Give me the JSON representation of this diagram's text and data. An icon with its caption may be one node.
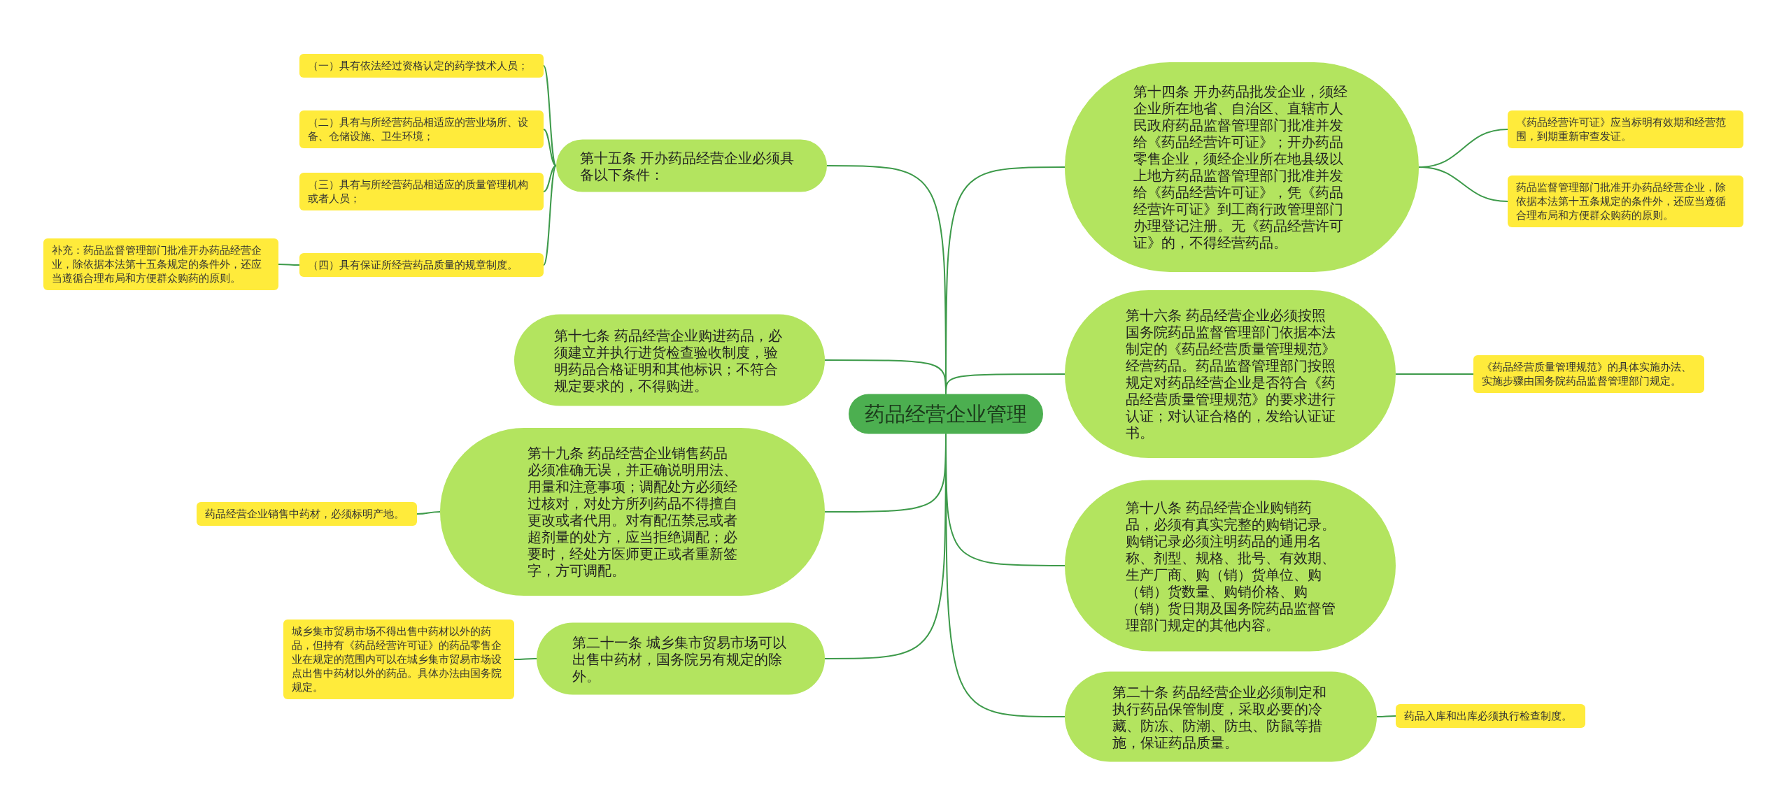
{
  "diagram": {
    "nodes": [
      {
        "text": [
          "药品经营企业管理"
        ]
      },
      {
        "text": [
          "第十五条 开办药品经营企业必须具备以下条件："
        ]
      },
      {
        "text": [
          "（一）具有依法经过资格认定的药学技术人员；"
        ]
      },
      {
        "text": [
          "（二）具有与所经营药品相适应的营业场所、设备、仓储设施、卫生环境；"
        ]
      },
      {
        "text": [
          "（三）具有与所经营药品相适应的质量管理机构或者人员；"
        ]
      },
      {
        "text": [
          "（四）具有保证所经营药品质量的规章制度。"
        ]
      },
      {
        "text": [
          "补充：药品监督管理部门批准开办药品经营企业，除依据本法第十五条规定的条件外，还应当遵循合理布局和方便群众购药的原则。"
        ]
      },
      {
        "text": [
          "第十七条 药品经营企业购进药品，必须建立并执行进货检查验收制度，验明药品合格证明和其他标识；不符合规定要求的，不得购进。"
        ]
      },
      {
        "text": [
          "第十九条 药品经营企业销售药品必须准确无误，并正确说明用法、用量和注意事项；调配处方必须经过核对，对处方所列药品不得擅自更改或者代用。对有配伍禁忌或者超剂量的处方，应当拒绝调配；必要时，经处方医师更正或者重新签字，方可调配。"
        ]
      },
      {
        "text": [
          "药品经营企业销售中药材，必须标明产地。"
        ]
      },
      {
        "text": [
          "第二十一条 城乡集市贸易市场可以出售中药材，国务院另有规定的除外。"
        ]
      },
      {
        "text": [
          "城乡集市贸易市场不得出售中药材以外的药品，但持有《药品经营许可证》的药品零售企业在规定的范围内可以在城乡集市贸易市场设点出售中药材以外的药品。具体办法由国务院规定。"
        ]
      },
      {
        "text": [
          "第十四条 开办药品批发企业，须经企业所在地省、自治区、直辖市人民政府药品监督管理部门批准并发给《药品经营许可证》；开办药品零售企业，须经企业所在地县级以上地方药品监督管理部门批准并发给《药品经营许可证》，凭《药品经营许可证》到工商行政管理部门办理登记注册。无《药品经营许可证》的，不得经营药品。"
        ]
      },
      {
        "text": [
          "《药品经营许可证》应当标明有效期和经营范围，到期重新审查发证。"
        ]
      },
      {
        "text": [
          "药品监督管理部门批准开办药品经营企业，除依据本法第十五条规定的条件外，还应当遵循合理布局和方便群众购药的原则。"
        ]
      },
      {
        "text": [
          "第十六条 药品经营企业必须按照国务院药品监督管理部门依据本法制定的《药品经营质量管理规范》经营药品。药品监督管理部门按照规定对药品经营企业是否符合《药品经营质量管理规范》的要求进行认证；对认证合格的，发给认证证书。"
        ]
      },
      {
        "text": [
          "《药品经营质量管理规范》的具体实施办法、实施步骤由国务院药品监督管理部门规定。"
        ]
      },
      {
        "text": [
          "第十八条 药品经营企业购销药品，必须有真实完整的购销记录。购销记录必须注明药品的通用名称、剂型、规格、批号、有效期、生产厂商、购（销）货单位、购（销）货数量、购销价格、购（销）货日期及国务院药品监督管理部门规定的其他内容。"
        ]
      },
      {
        "text": [
          "第二十条 药品经营企业必须制定和执行药品保管制度，采取必要的冷藏、防冻、防潮、防虫、防鼠等措施，保证药品质量。"
        ]
      },
      {
        "text": [
          "药品入库和出库必须执行检查制度。"
        ]
      }
    ],
    "edges": [
      {
        "from": 0,
        "to": 1,
        "arrow": "none"
      },
      {
        "from": 0,
        "to": 7,
        "arrow": "none"
      },
      {
        "from": 0,
        "to": 8,
        "arrow": "none"
      },
      {
        "from": 0,
        "to": 10,
        "arrow": "none"
      },
      {
        "from": 0,
        "to": 12,
        "arrow": "none"
      },
      {
        "from": 0,
        "to": 15,
        "arrow": "none"
      },
      {
        "from": 0,
        "to": 17,
        "arrow": "none"
      },
      {
        "from": 0,
        "to": 18,
        "arrow": "none"
      },
      {
        "from": 1,
        "to": 2,
        "arrow": "none"
      },
      {
        "from": 1,
        "to": 3,
        "arrow": "none"
      },
      {
        "from": 1,
        "to": 4,
        "arrow": "none"
      },
      {
        "from": 1,
        "to": 5,
        "arrow": "none"
      },
      {
        "from": 5,
        "to": 6,
        "arrow": "none"
      },
      {
        "from": 8,
        "to": 9,
        "arrow": "none"
      },
      {
        "from": 10,
        "to": 11,
        "arrow": "none"
      },
      {
        "from": 12,
        "to": 13,
        "arrow": "none"
      },
      {
        "from": 12,
        "to": 14,
        "arrow": "none"
      },
      {
        "from": 15,
        "to": 16,
        "arrow": "none"
      },
      {
        "from": 18,
        "to": 19,
        "arrow": "none"
      }
    ]
  }
}
